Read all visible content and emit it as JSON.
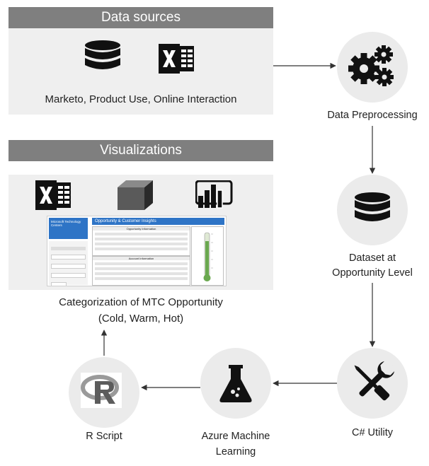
{
  "data_sources": {
    "header": "Data sources",
    "database_icon": "database-icon",
    "excel_icon": "excel-icon",
    "caption": "Marketo, Product Use, Online Interaction"
  },
  "visualizations": {
    "header": "Visualizations",
    "excel_icon": "excel-icon",
    "cube_icon": "cube-icon",
    "powerbi_icon": "power-bi-icon",
    "dashboard": {
      "title": "Opportunity & Customer Insights",
      "logo_text": "Microsoft Technology Centers",
      "section1": "Opportunity Information",
      "section2": "Account Information"
    },
    "caption_line1": "Categorization of MTC Opportunity",
    "caption_line2": "(Cold, Warm, Hot)"
  },
  "nodes": {
    "preprocessing": {
      "icon": "gears-icon",
      "label": "Data Preprocessing"
    },
    "dataset": {
      "icon": "database-icon",
      "label_line1": "Dataset at",
      "label_line2": "Opportunity Level"
    },
    "csharp": {
      "icon": "wrench-screwdriver-icon",
      "label": "C# Utility"
    },
    "azure": {
      "icon": "flask-icon",
      "label_line1": "Azure Machine",
      "label_line2": "Learning"
    },
    "rscript": {
      "icon": "r-logo-icon",
      "label": "R Script"
    }
  },
  "colors": {
    "header_bg": "#7f7f7f",
    "panel_bg": "#efefef",
    "circle_bg": "#ebebeb",
    "icon": "#111111",
    "accent_blue": "#2e74c6"
  }
}
